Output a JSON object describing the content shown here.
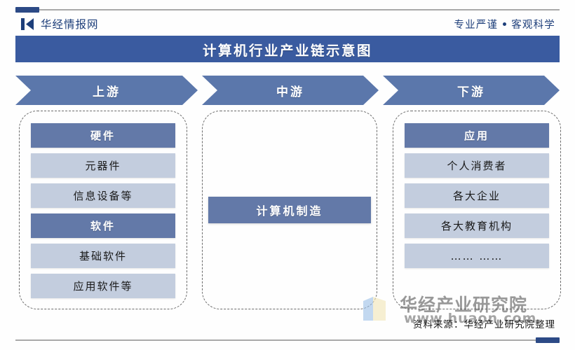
{
  "header": {
    "brand_name": "华经情报网",
    "brand_icon": "bar-triangle-logo-icon",
    "tagline_left": "专业严谨",
    "tagline_right": "客观科学"
  },
  "title": "计算机行业产业链示意图",
  "stages": [
    {
      "label": "上游"
    },
    {
      "label": "中游"
    },
    {
      "label": "下游"
    }
  ],
  "columns": {
    "upstream": {
      "cells": [
        {
          "text": "硬件",
          "kind": "head"
        },
        {
          "text": "元器件",
          "kind": "item"
        },
        {
          "text": "信息设备等",
          "kind": "item"
        },
        {
          "text": "软件",
          "kind": "head"
        },
        {
          "text": "基础软件",
          "kind": "item"
        },
        {
          "text": "应用软件等",
          "kind": "item"
        }
      ]
    },
    "midstream": {
      "cells": [
        {
          "text": "计算机制造",
          "kind": "mid"
        }
      ]
    },
    "downstream": {
      "cells": [
        {
          "text": "应用",
          "kind": "head"
        },
        {
          "text": "个人消费者",
          "kind": "item"
        },
        {
          "text": "各大企业",
          "kind": "item"
        },
        {
          "text": "各大教育机构",
          "kind": "item"
        },
        {
          "text": "…… ……",
          "kind": "item"
        }
      ]
    }
  },
  "watermark": {
    "name": "华经产业研究院",
    "url": "www.huaon.com"
  },
  "source": "资料来源：华经产业研究院整理",
  "colors": {
    "title_bar": "#3a5ba0",
    "chevron": "#5b77ab",
    "cell_head": "#6379a8",
    "cell_item": "#c3cdde",
    "accent": "#2c4a86",
    "brand_text": "#1d3e7a"
  }
}
